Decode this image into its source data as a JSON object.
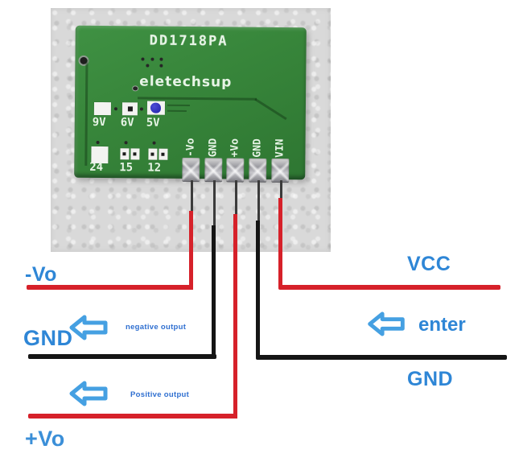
{
  "pcb": {
    "title": "DD1718PA",
    "brand": "eletechsup",
    "voltage_labels": [
      "9V",
      "6V",
      "5V"
    ],
    "selected_voltage": "5V",
    "current_labels": [
      "24",
      "15",
      "12"
    ],
    "pin_labels": [
      "-Vo",
      "GND",
      "+Vo",
      "GND",
      "VIN"
    ]
  },
  "wiring": {
    "neg_out_label": "-Vo",
    "gnd_left_label": "GND",
    "neg_caption": "negative output",
    "pos_caption": "Positive output",
    "pos_out_label": "+Vo",
    "vcc_label": "VCC",
    "enter_label": "enter",
    "gnd_right_label": "GND"
  },
  "colors": {
    "wire_red": "#d6212a",
    "wire_black": "#151515",
    "label_blue": "#2e86d6",
    "caption_blue": "#2f6fd0",
    "arrow_blue": "#45a0e2",
    "pcb_green": "#37853a"
  }
}
